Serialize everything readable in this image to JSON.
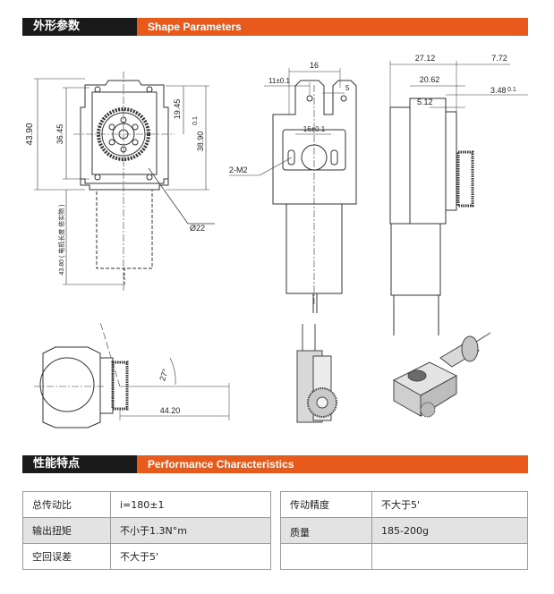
{
  "sections": {
    "shape": {
      "cn": "外形参数",
      "en": "Shape Parameters"
    },
    "performance": {
      "cn": "性能特点",
      "en": "Performance Characteristics"
    }
  },
  "dimensions": {
    "d16": "16",
    "d11": "11±0.1",
    "d5": "5",
    "d27_12": "27.12",
    "d7_72": "7.72",
    "d20_62": "20.62",
    "d3_48": "3.48",
    "d3_48_tol": "0.1",
    "d5_12": "5.12",
    "d19_45": "19.45",
    "d38_90": "38.90",
    "d38_90_tol": "0.1",
    "d43_90": "43.90",
    "d36_45": "36.45",
    "d16_center": "16±0.1",
    "m2": "2-M2",
    "phi22": "Ø22",
    "motor_len": "43.80 ( 电机长度 依实物 )",
    "angle": "27°",
    "d44_20": "44.20"
  },
  "table_left": [
    {
      "label": "总传动比",
      "value": "i=180±1",
      "shade": false
    },
    {
      "label": "输出扭矩",
      "value": "不小于1.3N°m",
      "shade": true
    },
    {
      "label": "空回误差",
      "value": "不大于5'",
      "shade": false
    }
  ],
  "table_right": [
    {
      "label": "传动精度",
      "value": "不大于5'",
      "shade": false
    },
    {
      "label": "质量",
      "value": "185-200g",
      "shade": true
    },
    {
      "label": "",
      "value": "",
      "shade": false
    }
  ]
}
